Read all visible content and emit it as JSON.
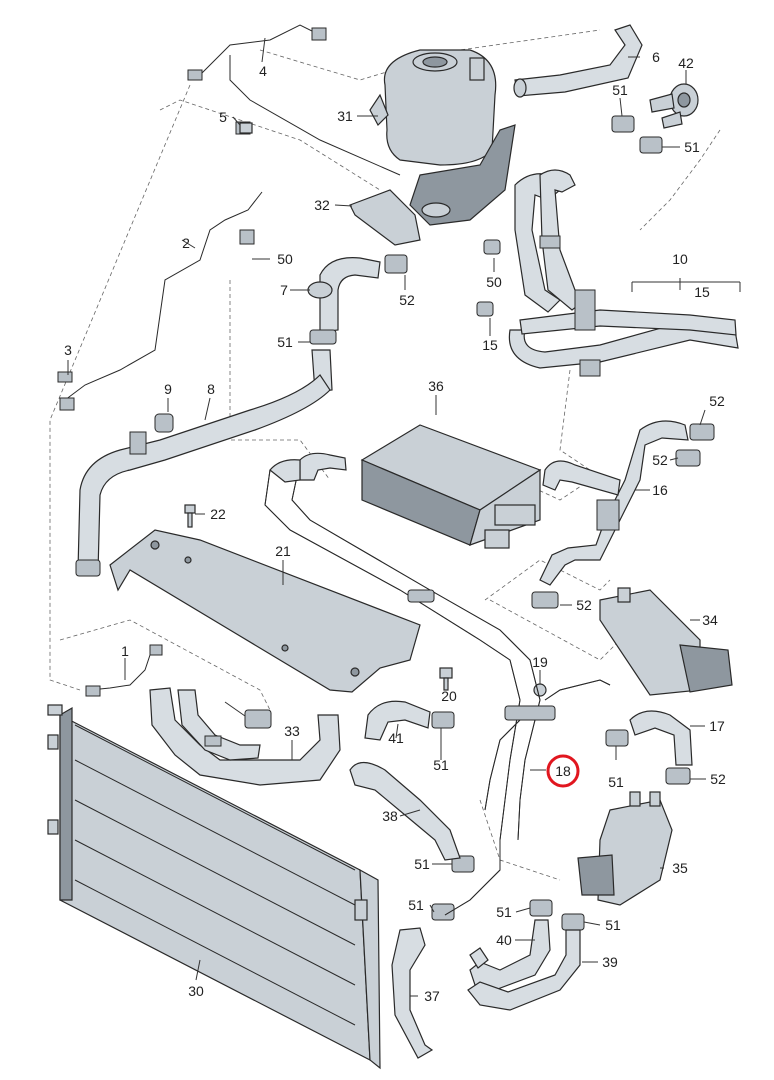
{
  "diagram": {
    "labels": [
      "1",
      "2",
      "3",
      "4",
      "5",
      "6",
      "42",
      "51",
      "51",
      "31",
      "32",
      "10",
      "15",
      "7",
      "50",
      "50",
      "52",
      "15",
      "51",
      "9",
      "8",
      "36",
      "52",
      "52",
      "16",
      "22",
      "21",
      "52",
      "34",
      "19",
      "20",
      "17",
      "52",
      "33",
      "41",
      "51",
      "18",
      "51",
      "38",
      "51",
      "35",
      "51",
      "51",
      "40",
      "51",
      "39",
      "37",
      "30"
    ],
    "highlighted_label": "18",
    "accent_color": "#e1161f",
    "line_color": "#333333",
    "part_fill": "#c9d0d6"
  }
}
